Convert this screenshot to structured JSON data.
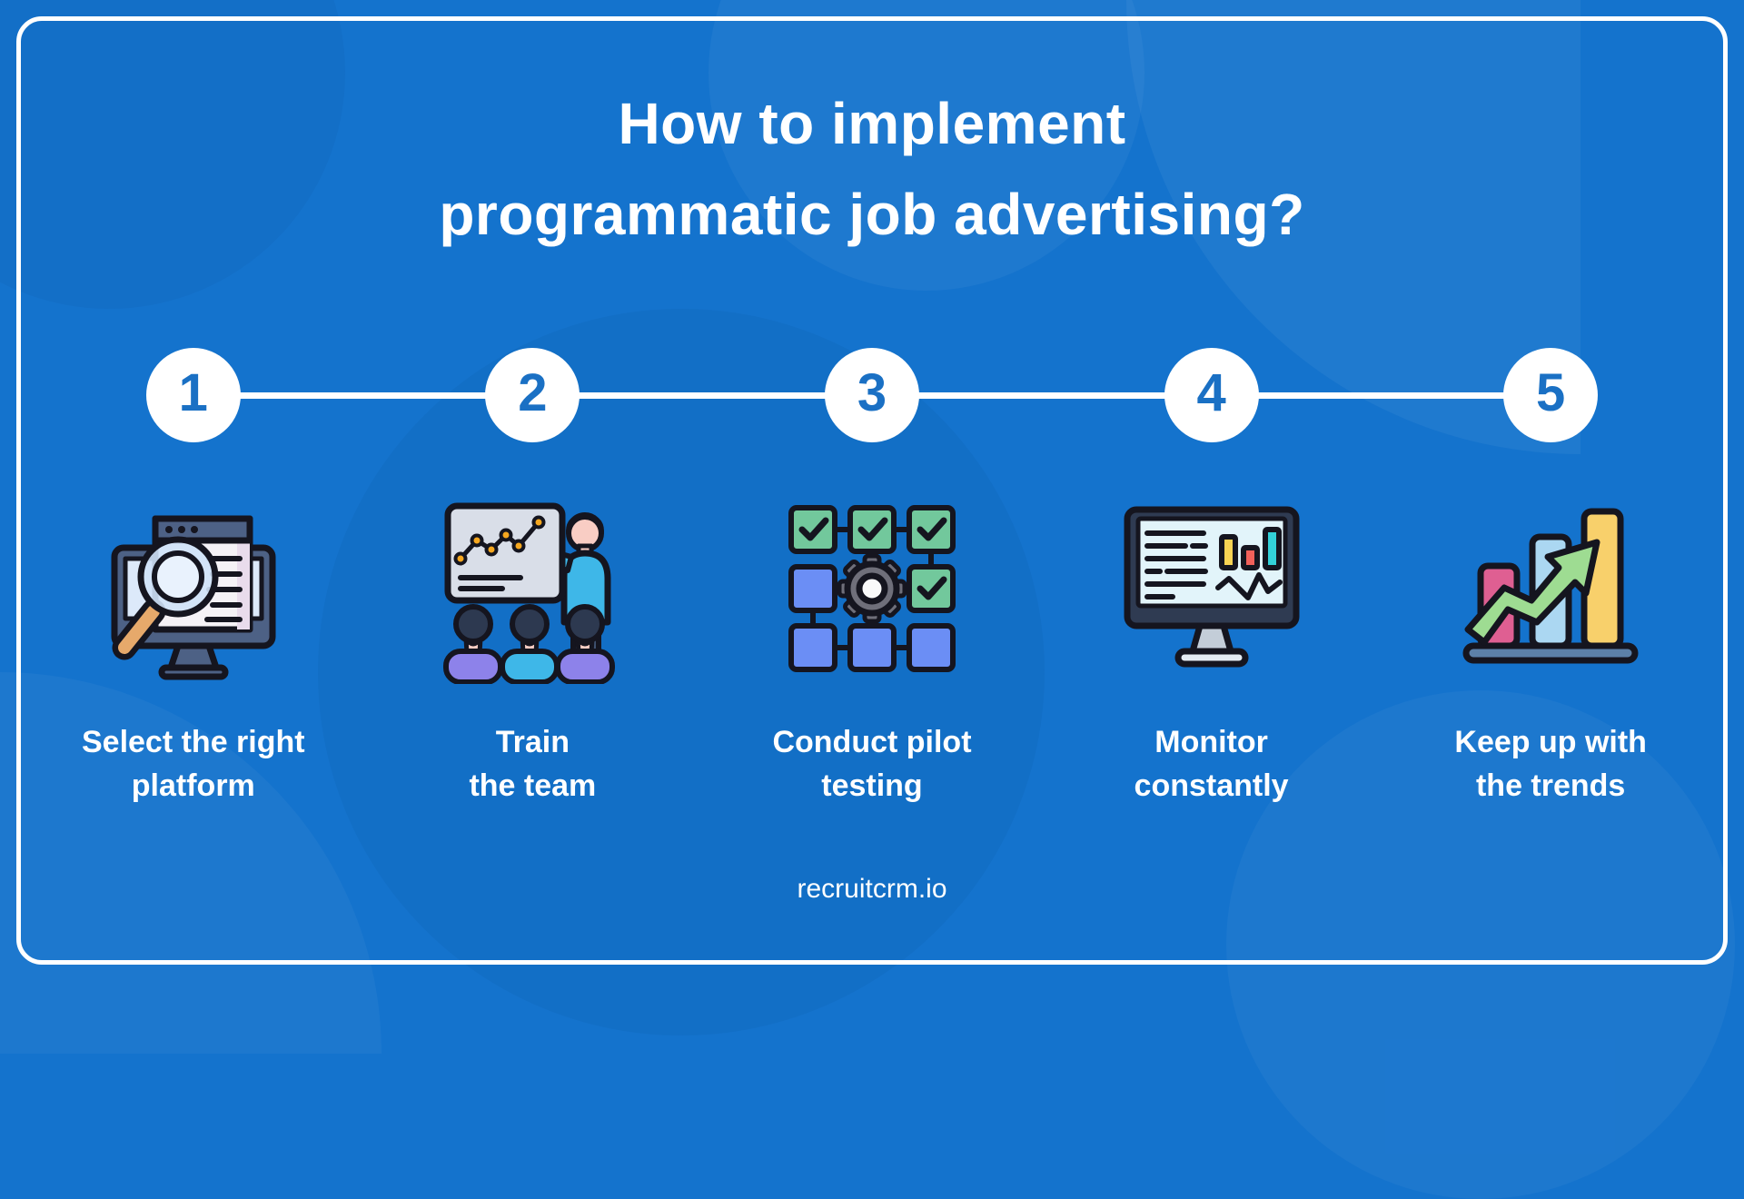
{
  "title": "How to implement\nprogrammatic job advertising?",
  "footer": "recruitcrm.io",
  "colors": {
    "background": "#1473cd",
    "frame_border": "#ffffff",
    "title_text": "#ffffff",
    "step_number": "#1a70c4",
    "connector_line": "#ffffff"
  },
  "steps": [
    {
      "number": "1",
      "label": "Select the right\nplatform",
      "icon": "platform-search-icon"
    },
    {
      "number": "2",
      "label": "Train\nthe team",
      "icon": "team-training-icon"
    },
    {
      "number": "3",
      "label": "Conduct pilot\ntesting",
      "icon": "pilot-testing-flowchart-icon"
    },
    {
      "number": "4",
      "label": "Monitor\nconstantly",
      "icon": "monitoring-dashboard-icon"
    },
    {
      "number": "5",
      "label": "Keep up with\nthe trends",
      "icon": "trends-chart-icon"
    }
  ]
}
